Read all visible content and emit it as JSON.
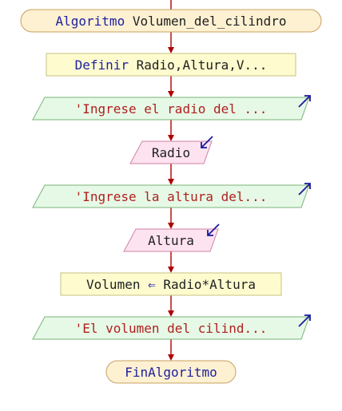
{
  "colors": {
    "edge": "#b00000",
    "terminal_fill": "#fdf1d2",
    "terminal_stroke": "#c8a060",
    "process_fill": "#fefccf",
    "process_stroke": "#c8c080",
    "output_fill": "#e6f9e6",
    "output_stroke": "#78b478",
    "input_fill": "#fde3f0",
    "input_stroke": "#d080a8",
    "keyword": "#2020a0",
    "ident": "#202020",
    "string": "#b02020",
    "io_arrow": "#1a1a9c"
  },
  "nodes": [
    {
      "id": "start",
      "kind": "terminal",
      "spans": [
        {
          "t": "Algoritmo ",
          "c": "keyword"
        },
        {
          "t": "Volumen_del_cilindro",
          "c": "ident"
        }
      ]
    },
    {
      "id": "define",
      "kind": "process",
      "spans": [
        {
          "t": "Definir ",
          "c": "keyword"
        },
        {
          "t": "Radio,Altura,V...",
          "c": "ident"
        }
      ]
    },
    {
      "id": "write-radio",
      "kind": "output",
      "spans": [
        {
          "t": "'Ingrese el radio del ...",
          "c": "string"
        }
      ]
    },
    {
      "id": "read-radio",
      "kind": "input",
      "spans": [
        {
          "t": "Radio",
          "c": "ident"
        }
      ]
    },
    {
      "id": "write-altura",
      "kind": "output",
      "spans": [
        {
          "t": "'Ingrese la altura del...",
          "c": "string"
        }
      ]
    },
    {
      "id": "read-altura",
      "kind": "input",
      "spans": [
        {
          "t": "Altura",
          "c": "ident"
        }
      ]
    },
    {
      "id": "assign",
      "kind": "process",
      "spans": [
        {
          "t": "Volumen ",
          "c": "ident"
        },
        {
          "t": "⇐",
          "c": "keyword"
        },
        {
          "t": " Radio*Altura",
          "c": "ident"
        }
      ]
    },
    {
      "id": "write-volumen",
      "kind": "output",
      "spans": [
        {
          "t": "'El volumen del cilind...",
          "c": "string"
        }
      ]
    },
    {
      "id": "end",
      "kind": "terminal",
      "spans": [
        {
          "t": "FinAlgoritmo",
          "c": "keyword"
        }
      ]
    }
  ]
}
